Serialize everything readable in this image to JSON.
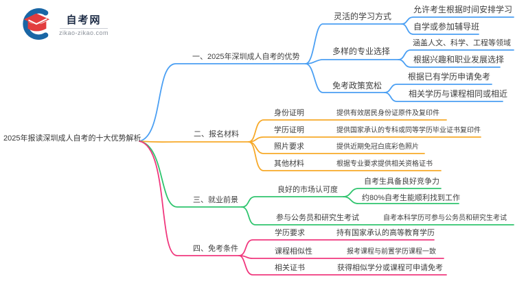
{
  "logo": {
    "title": "自考网",
    "url": "zikao-zikao.com",
    "colors": {
      "swoosh": "#1a66a5",
      "cap": "#e23c3e"
    }
  },
  "root": {
    "label": "2025年报读深圳成人自考的十大优势解析"
  },
  "branches": [
    {
      "label": "一、2025年深圳成人自考的优势",
      "color": "#4a9ff3",
      "children": [
        {
          "label": "灵活的学习方式",
          "children": [
            {
              "label": "允许考生根据时间安排学习"
            },
            {
              "label": "自学或参加辅导班"
            }
          ]
        },
        {
          "label": "多样的专业选择",
          "children": [
            {
              "label": "涵盖人文、科学、工程等领域"
            },
            {
              "label": "根据兴趣和职业发展选择"
            }
          ]
        },
        {
          "label": "免考政策宽松",
          "children": [
            {
              "label": "根据已有学历申请免考"
            },
            {
              "label": "相关学历与课程相同或相近"
            }
          ]
        }
      ]
    },
    {
      "label": "二、报名材料",
      "color": "#f7a928",
      "children": [
        {
          "label": "身份证明",
          "children": [
            {
              "label": "提供有效居民身份证原件及复印件"
            }
          ]
        },
        {
          "label": "学历证明",
          "children": [
            {
              "label": "提供国家承认的专科或同等学历毕业证书复印件"
            }
          ]
        },
        {
          "label": "照片要求",
          "children": [
            {
              "label": "提供近期免冠白底彩色照片"
            }
          ]
        },
        {
          "label": "其他材料",
          "children": [
            {
              "label": "根据专业要求提供相关资格证书"
            }
          ]
        }
      ]
    },
    {
      "label": "三、就业前景",
      "color": "#2ec46d",
      "children": [
        {
          "label": "良好的市场认可度",
          "children": [
            {
              "label": "自考生具备良好竞争力"
            },
            {
              "label": "约80%自考生能顺利找到工作"
            }
          ]
        },
        {
          "label": "参与公务员和研究生考试",
          "children": [
            {
              "label": "自考本科学历可参与公务员和研究生考试"
            }
          ]
        }
      ]
    },
    {
      "label": "四、免考条件",
      "color": "#f0377d",
      "children": [
        {
          "label": "学历要求",
          "children": [
            {
              "label": "持有国家承认的高等教育学历"
            }
          ]
        },
        {
          "label": "课程相似性",
          "children": [
            {
              "label": "报考课程与前置学历课程一致"
            }
          ]
        },
        {
          "label": "相关证书",
          "children": [
            {
              "label": "获得相似学分或课程可申请免考"
            }
          ]
        }
      ]
    }
  ]
}
